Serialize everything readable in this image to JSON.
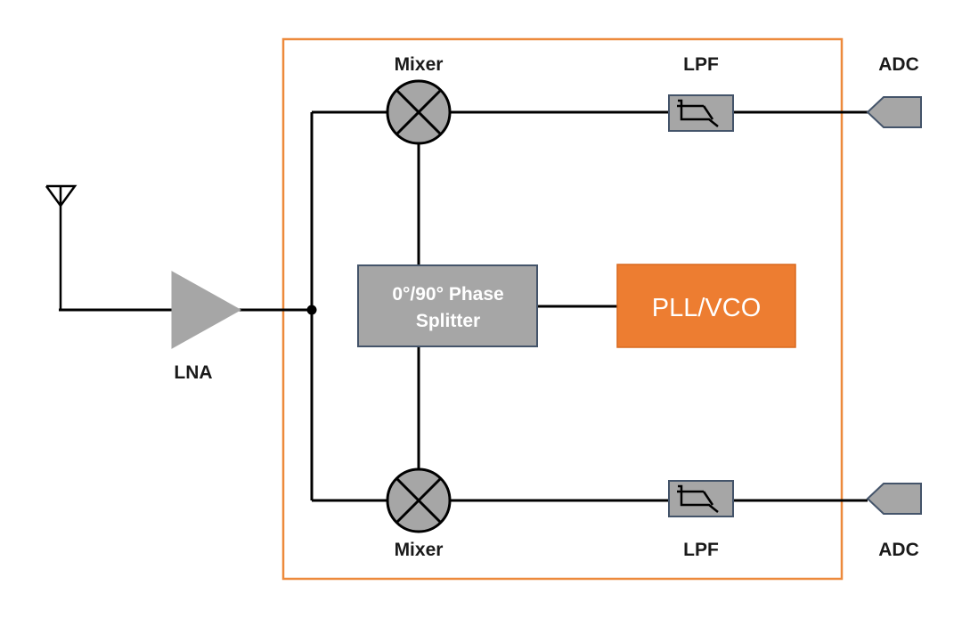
{
  "labels": {
    "mixer_top": "Mixer",
    "mixer_bottom": "Mixer",
    "lpf_top": "LPF",
    "lpf_bottom": "LPF",
    "adc_top": "ADC",
    "adc_bottom": "ADC",
    "lna": "LNA",
    "splitter_line1": "0°/90° Phase",
    "splitter_line2": "Splitter",
    "pll": "PLL/VCO"
  },
  "colors": {
    "enclosure": "#ed8a3c",
    "pll_fill": "#ed7d31",
    "block_gray": "#a6a6a6",
    "block_border": "#44546a",
    "pll_text": "#ffffff",
    "splitter_text": "#ffffff",
    "wire": "#000000"
  },
  "icons": {
    "antenna": "antenna-icon",
    "amplifier": "amplifier-triangle-icon",
    "mixer": "mixer-cross-circle-icon",
    "lpf": "lowpass-filter-icon",
    "adc": "adc-port-icon",
    "junction": "junction-dot-icon"
  }
}
